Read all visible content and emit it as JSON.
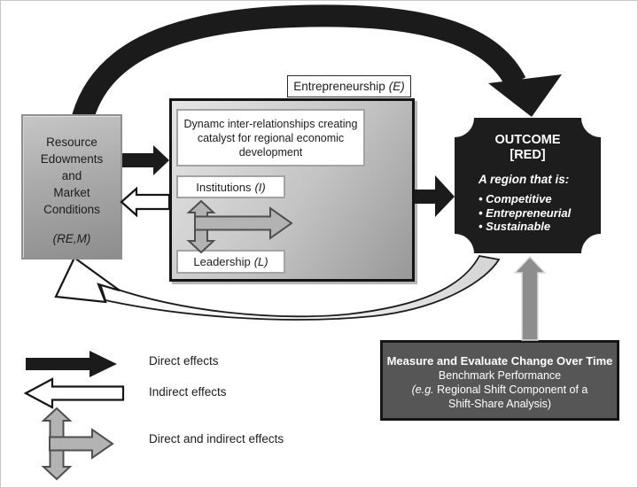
{
  "left_box": {
    "lines": [
      "Resource",
      "Edowments",
      "and",
      "Market",
      "Conditions"
    ],
    "tag": "(RE,M)"
  },
  "center_box": {
    "label": "Entrepreneurship",
    "label_tag": "(E)",
    "dynamic_text": "Dynamc inter-relationships creating catalyst for regional economic development",
    "institutions_label": "Institutions",
    "institutions_tag": "(I)",
    "leadership_label": "Leadership",
    "leadership_tag": "(L)"
  },
  "outcome_box": {
    "title1": "OUTCOME",
    "title2": "[RED]",
    "subtitle": "A region that is:",
    "bullets": [
      "• Competitive",
      "• Entrepreneurial",
      "• Sustainable"
    ]
  },
  "measure_box": {
    "line1": "Measure and Evaluate Change Over Time",
    "line2": "Benchmark Performance",
    "line3_italic": "(e.g.",
    "line3_rest": " Regional Shift Component of a",
    "line4": "Shift-Share Analysis)"
  },
  "legend": {
    "items": [
      {
        "symbol": "black-right-arrow",
        "label": "Direct effects"
      },
      {
        "symbol": "white-left-arrow",
        "label": "Indirect effects"
      },
      {
        "symbol": "gray-cross-arrow",
        "label": "Direct and indirect effects"
      }
    ]
  },
  "colors": {
    "direct_arrow": "#1b1b1b",
    "indirect_arrow_fill": "#ffffff",
    "combined_arrow_fill": "#b3b3b3",
    "combined_arrow_outline": "#4f4f4f",
    "gray_arrow": "#8d8d8d",
    "outcome_bg": "#1d1d1d",
    "measure_bg": "#565656",
    "box_gray": "#a9a9a9"
  }
}
